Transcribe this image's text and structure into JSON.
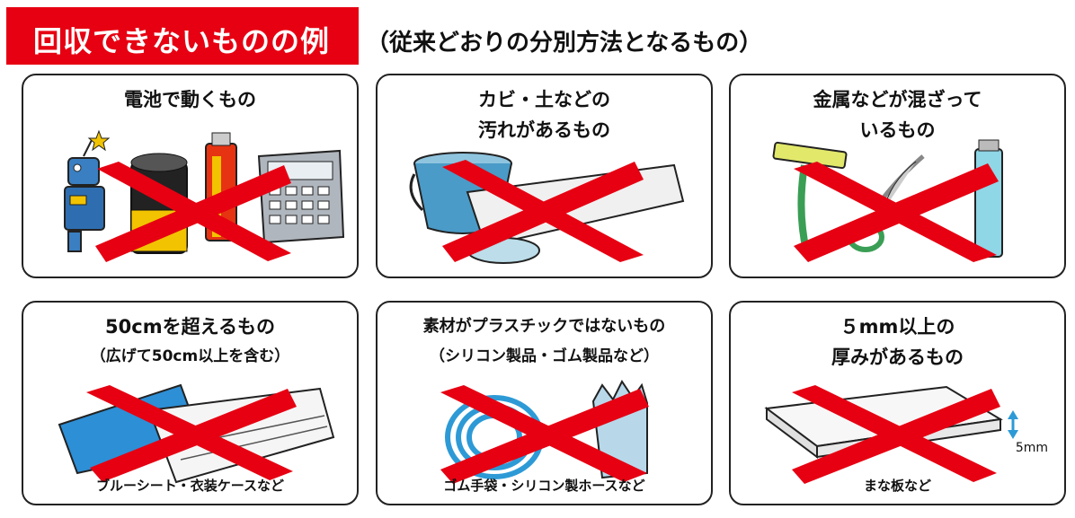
{
  "header": {
    "title": "回収できないものの例",
    "subtitle": "（従来どおりの分別方法となるもの）"
  },
  "cards": [
    {
      "title": "電池で動くもの",
      "note": "",
      "caption": ""
    },
    {
      "title": "カビ・土などの\n汚れがあるもの",
      "note": "",
      "caption": ""
    },
    {
      "title": "金属などが混ざって\nいるもの",
      "note": "",
      "caption": ""
    },
    {
      "title": "50cmを超えるもの",
      "note": "（広げて50cm以上を含む）",
      "caption": "ブルーシート・衣装ケースなど"
    },
    {
      "title": "素材がプラスチックではないもの",
      "note": "（シリコン製品・ゴム製品など）",
      "caption": "ゴム手袋・シリコン製ホースなど"
    },
    {
      "title": "５mm以上の\n厚みがあるもの",
      "note": "",
      "caption": "まな板など",
      "dimension": "5mm"
    }
  ],
  "colors": {
    "banner": "#e60012",
    "cross": "#e60012"
  },
  "icons": [
    "battery-icon",
    "robot-toy-icon",
    "calculator-icon",
    "bucket-icon",
    "tray-icon",
    "razor-icon",
    "scissors-icon",
    "lighter-icon",
    "tarp-icon",
    "storage-case-icon",
    "hose-icon",
    "glove-icon",
    "cutting-board-icon",
    "cross-mark-icon"
  ]
}
